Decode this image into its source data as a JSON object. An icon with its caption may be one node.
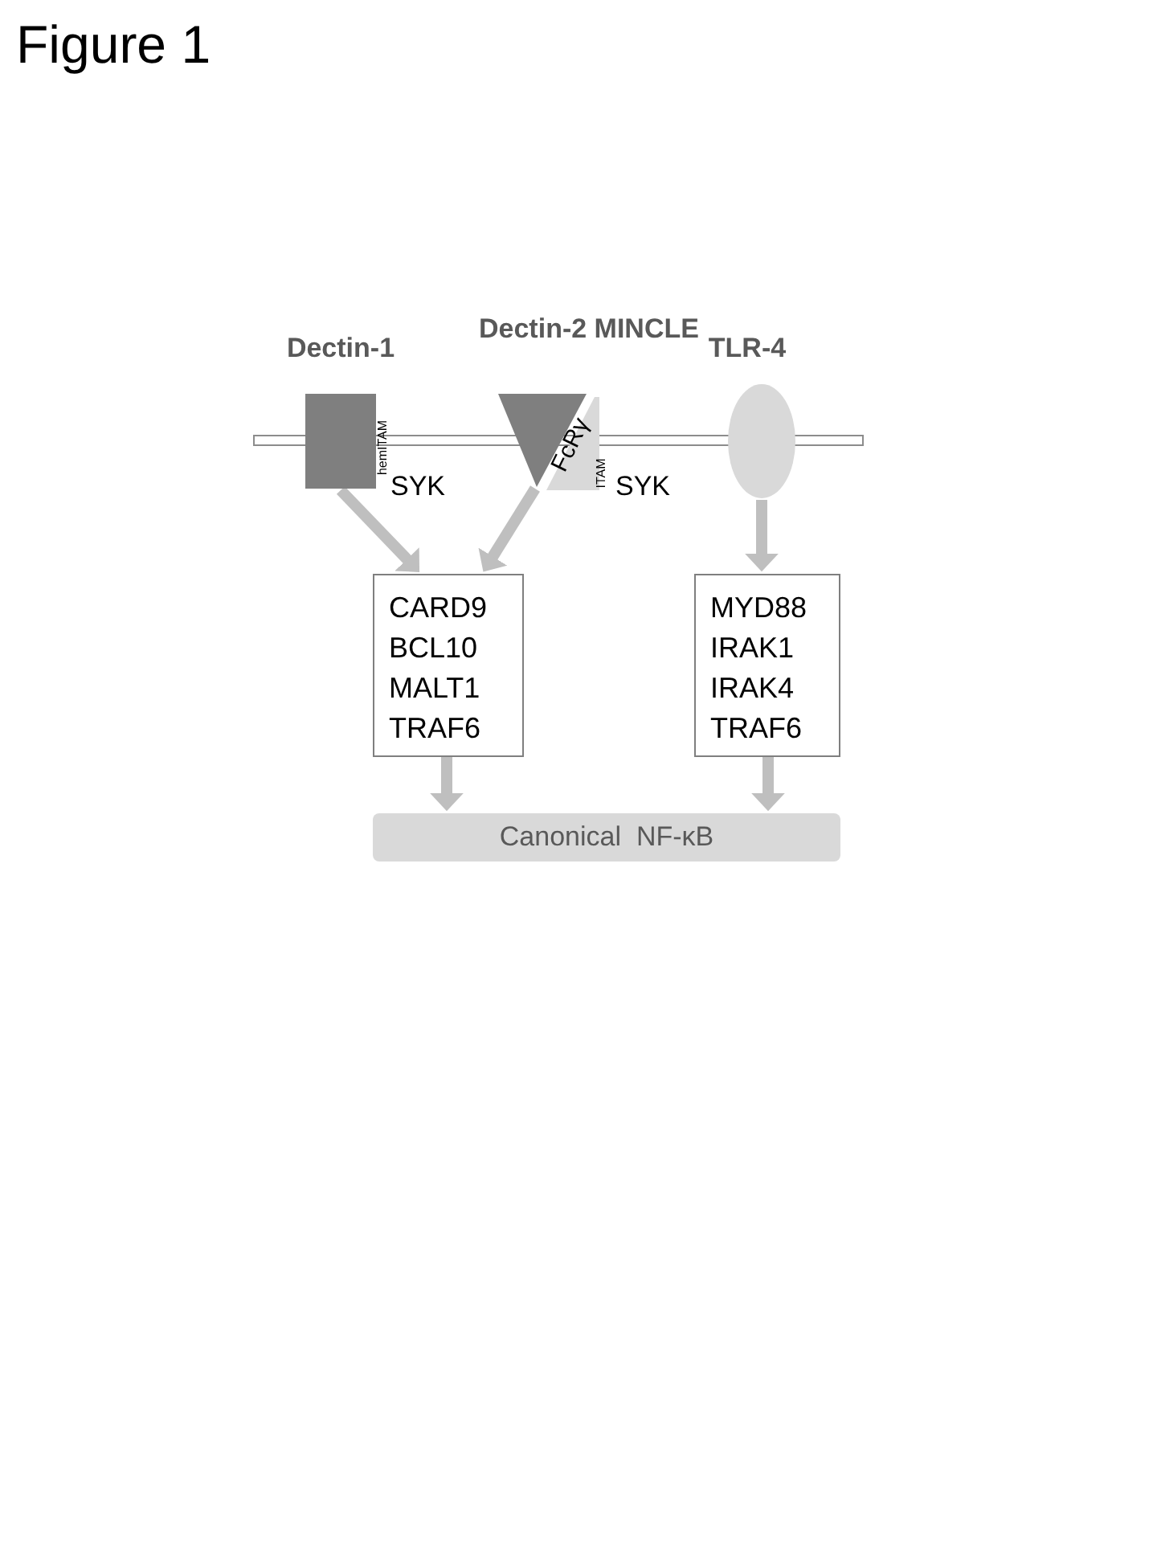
{
  "diagram": {
    "title": "Figure 1",
    "nodes": [
      {
        "text": [
          "Dectin-1"
        ],
        "beside": [
          "hemITAM"
        ]
      },
      {
        "text": [
          "Dectin-2 MINCLE"
        ]
      },
      {
        "text": [
          "FcRγ"
        ],
        "beside": [
          "ITAM"
        ]
      },
      {
        "text": [
          "TLR-4"
        ]
      },
      {
        "text": [
          "CARD9",
          "BCL10",
          "MALT1",
          "TRAF6"
        ]
      },
      {
        "text": [
          "MYD88",
          "IRAK1",
          "IRAK4",
          "TRAF6"
        ]
      },
      {
        "text": [
          "Canonical  NF-κB"
        ]
      }
    ],
    "edges": [
      {
        "from": 0,
        "to": 4,
        "arrow": "to"
      },
      {
        "from": 1,
        "to": 4,
        "arrow": "to"
      },
      {
        "from": 3,
        "to": 5,
        "arrow": "to"
      },
      {
        "from": 4,
        "to": 6,
        "arrow": "to"
      },
      {
        "from": 5,
        "to": 6,
        "arrow": "to"
      }
    ],
    "labels": [
      "SYK",
      "SYK"
    ]
  }
}
